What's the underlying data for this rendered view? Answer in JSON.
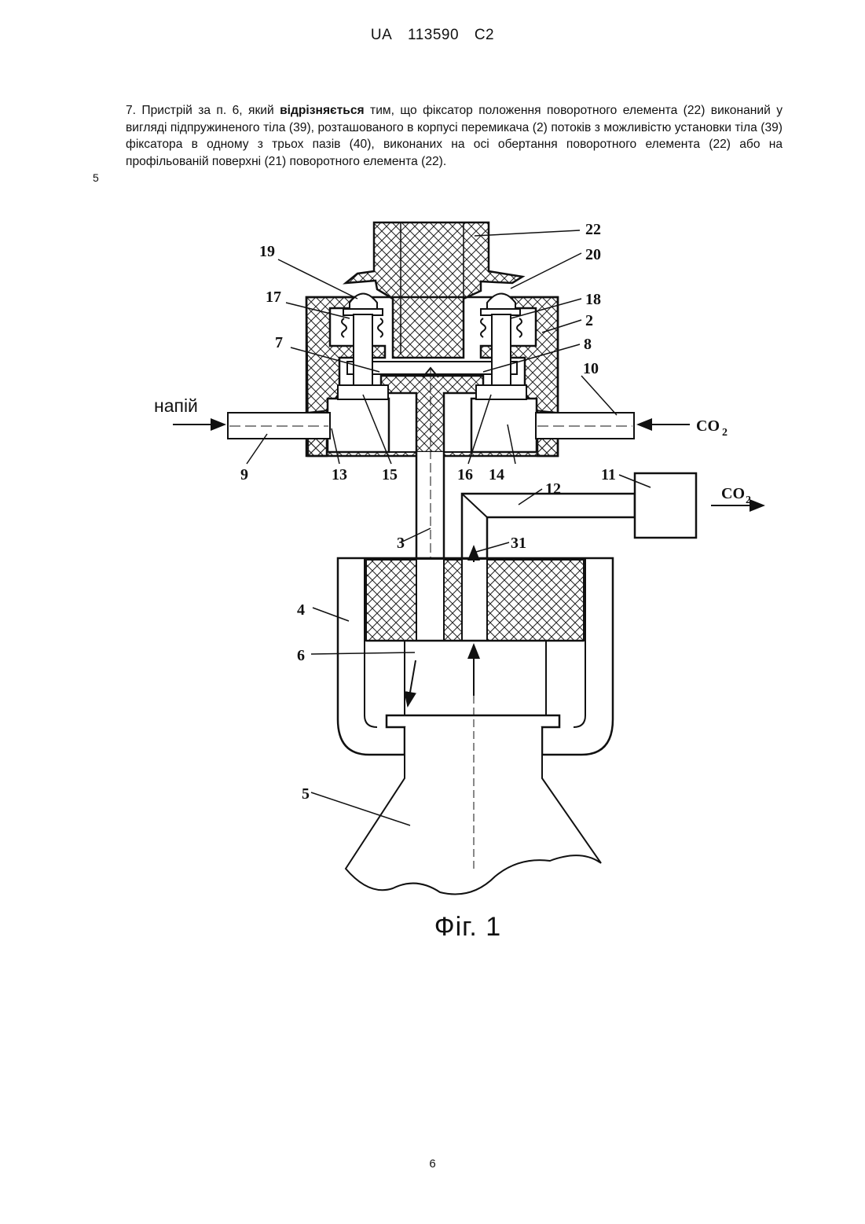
{
  "header": {
    "country": "UA",
    "number": "113590",
    "kind": "C2"
  },
  "claim": {
    "before_bold": "7. Пристрій за п. 6, який ",
    "bold": "відрізняється",
    "after_bold": " тим, що фіксатор положення поворотного елемента (22) виконаний у вигляді підпружиненого тіла (39), розташованого в корпусі перемикача (2) потоків з можливістю установки тіла (39) фіксатора в одному з трьох пазів (40), виконаних на осі обертання поворотного елемента (22) або на профільованій поверхні (21) поворотного елемента (22)."
  },
  "line_number": "5",
  "figure": {
    "labels": {
      "l22": "22",
      "l20": "20",
      "l19": "19",
      "l17": "17",
      "l18": "18",
      "l2": "2",
      "l7": "7",
      "l8": "8",
      "l10": "10",
      "l9": "9",
      "l13": "13",
      "l15": "15",
      "l16": "16",
      "l14": "14",
      "l12": "12",
      "l11": "11",
      "l3": "3",
      "l31": "31",
      "l4": "4",
      "l6": "6",
      "l5": "5"
    },
    "inlet_label": "напій",
    "co2_in": "CO",
    "co2_in_sub": "2",
    "co2_out": "CO",
    "co2_out_sub": "2",
    "caption": "Фіг. 1"
  },
  "page_number": "6"
}
